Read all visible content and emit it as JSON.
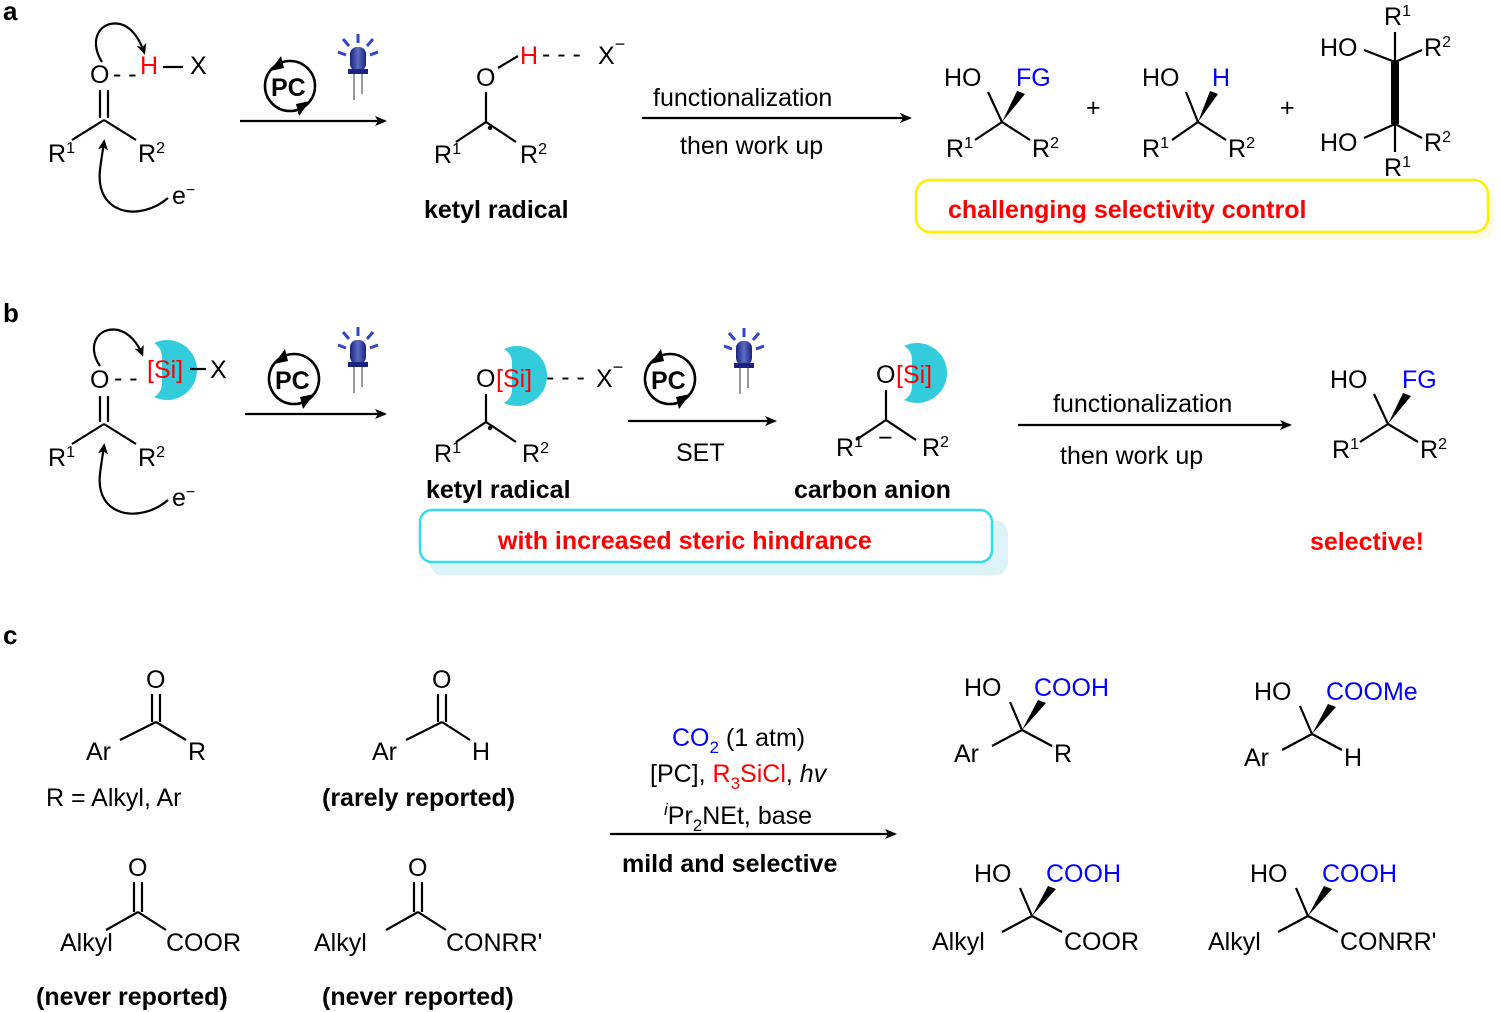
{
  "panels": {
    "a": "a",
    "b": "b",
    "c": "c"
  },
  "common": {
    "pc": "PC",
    "o": "O",
    "h": "H",
    "x": "X",
    "minus": "−",
    "electron": "e",
    "ho": "HO",
    "r": "R",
    "sup1": "1",
    "sup2": "2",
    "fg": "FG",
    "plus": "+",
    "si": "[Si]",
    "dashes": "- - -",
    "dash_h": "- -",
    "dash_o": "- -"
  },
  "panel_a": {
    "cond_top": "functionalization",
    "cond_bottom": "then work up",
    "intermediate": "ketyl radical",
    "warning": "challenging selectivity control"
  },
  "panel_b": {
    "intermediate1": "ketyl radical",
    "intermediate2": "carbon anion",
    "set": "SET",
    "cond_top": "functionalization",
    "cond_bottom": "then work up",
    "note": "with increased steric hindrance",
    "result": "selective!"
  },
  "panel_c": {
    "ketone_r": "R = Alkyl, Ar",
    "ar": "Ar",
    "alkyl": "Alkyl",
    "coor": "COOR",
    "conrr": "CONRR'",
    "cooh": "COOH",
    "coome": "COOMe",
    "rarely": "(rarely reported)",
    "never1": "(never reported)",
    "never2": "(never reported)",
    "co2": "CO",
    "co2_sub": "2",
    "co2_rest": " (1 atm)",
    "pc_bracket": "[PC], ",
    "silane_r": "R",
    "silane_sub": "3",
    "silane_rest": "SiCl",
    "hv_sep": ", ",
    "hv": "hv",
    "base_i": "i",
    "base_pr": "Pr",
    "base_sub": "2",
    "base_rest": "NEt, base",
    "mild": "mild and selective"
  },
  "colors": {
    "red": "#ff0000",
    "blue": "#0000ff",
    "cyan": "#33ccdd",
    "yellow": "#ffee00",
    "lamp": "#3344cc"
  }
}
